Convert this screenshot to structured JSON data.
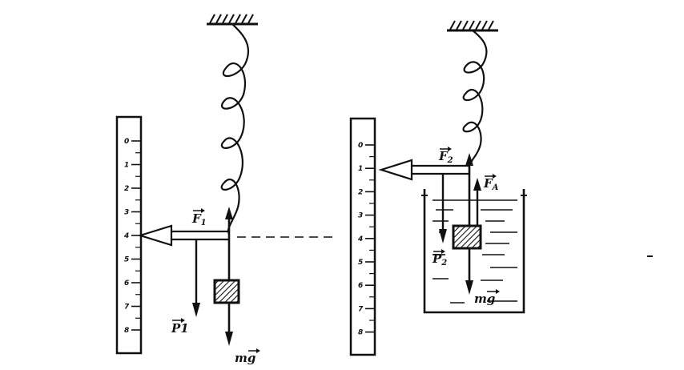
{
  "scale_ticks": [
    "0",
    "1",
    "2",
    "3",
    "4",
    "5",
    "6",
    "7",
    "8"
  ],
  "left": {
    "spring_force": "F1",
    "weight": "P1",
    "gravity": "mg"
  },
  "right": {
    "spring_force": "F2",
    "weight": "P2",
    "gravity": "mg",
    "buoyancy": "FA"
  }
}
